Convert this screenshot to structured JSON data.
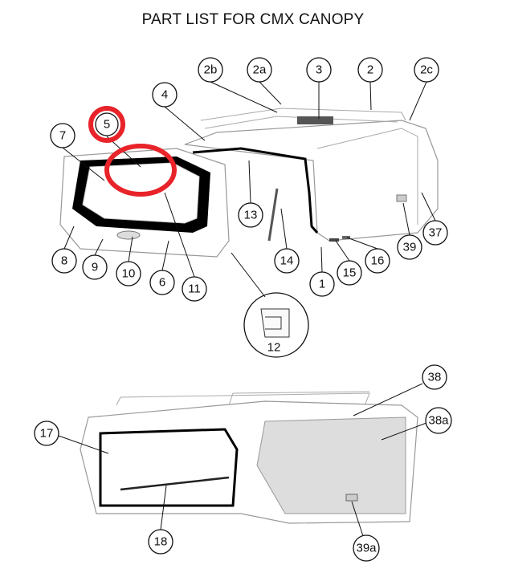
{
  "title": "PART LIST FOR CMX CANOPY",
  "callouts": {
    "c2b": "2b",
    "c2a": "2a",
    "c3": "3",
    "c2": "2",
    "c2c": "2c",
    "c4": "4",
    "c5": "5",
    "c7": "7",
    "c13": "13",
    "c14": "14",
    "c37": "37",
    "c39": "39",
    "c16": "16",
    "c15": "15",
    "c1": "1",
    "c8": "8",
    "c9": "9",
    "c10": "10",
    "c6": "6",
    "c11": "11",
    "c12": "12",
    "c38": "38",
    "c38a": "38a",
    "c17": "17",
    "c18": "18",
    "c39a": "39a"
  },
  "highlight_color": "#e8232a"
}
